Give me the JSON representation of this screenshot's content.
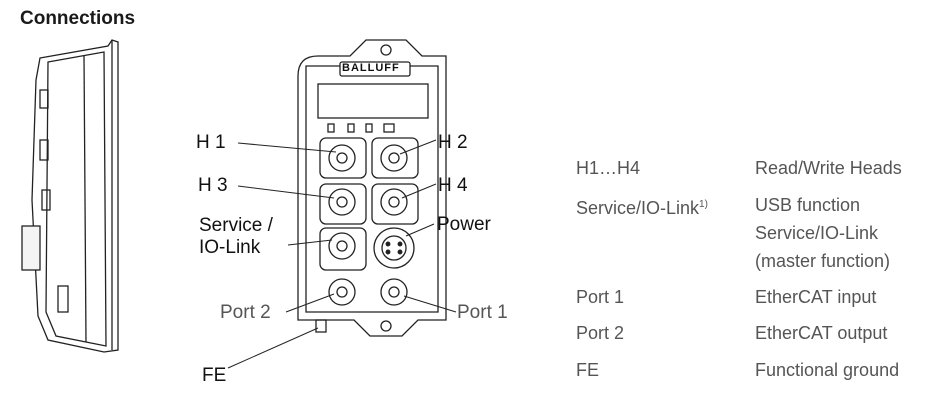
{
  "heading": "Connections",
  "brand": "BALLUFF",
  "callouts": {
    "h1": "H 1",
    "h2": "H 2",
    "h3": "H 3",
    "h4": "H 4",
    "service_line1": "Service /",
    "service_line2": "IO-Link",
    "power": "Power",
    "port2": "Port 2",
    "port1": "Port 1",
    "fe": "FE"
  },
  "legend": [
    {
      "term": "H1…H4",
      "desc": [
        "Read/Write Heads"
      ]
    },
    {
      "term": "Service/IO-Link",
      "sup": "1)",
      "desc": [
        "USB function",
        "Service/IO-Link",
        "(master function)"
      ]
    },
    {
      "term": "Port 1",
      "desc": [
        "EtherCAT input"
      ]
    },
    {
      "term": "Port 2",
      "desc": [
        "EtherCAT output"
      ]
    },
    {
      "term": "FE",
      "desc": [
        "Functional ground"
      ]
    }
  ]
}
